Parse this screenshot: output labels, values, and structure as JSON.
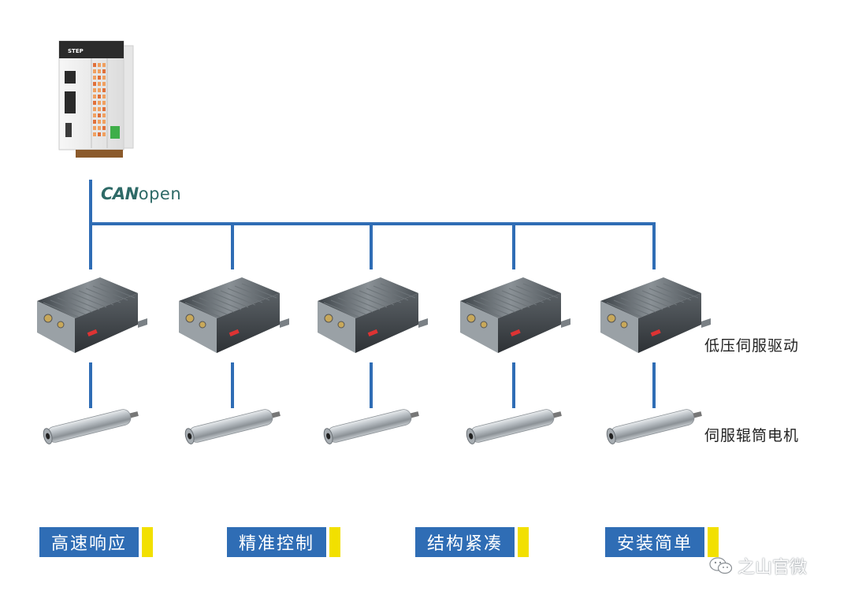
{
  "controller": {
    "brand": "STEP"
  },
  "bus": {
    "name_bold": "CAN",
    "name_light": "open"
  },
  "labels": {
    "drive": "低压伺服驱动",
    "motor": "伺服辊筒电机"
  },
  "features": [
    {
      "label": "高速响应"
    },
    {
      "label": "精准控制"
    },
    {
      "label": "结构紧凑"
    },
    {
      "label": "安装简单"
    }
  ],
  "watermark": {
    "text": "之山官微",
    "icon": "wechat-icon"
  },
  "nodes": [
    {
      "drive": "servo-drive",
      "motor": "roller-motor"
    },
    {
      "drive": "servo-drive",
      "motor": "roller-motor"
    },
    {
      "drive": "servo-drive",
      "motor": "roller-motor"
    },
    {
      "drive": "servo-drive",
      "motor": "roller-motor"
    },
    {
      "drive": "servo-drive",
      "motor": "roller-motor"
    }
  ],
  "colors": {
    "bus_line": "#2f6db5",
    "feature_box": "#2f6db5",
    "feature_accent": "#f2e000",
    "canopen_text": "#2e6a67"
  }
}
